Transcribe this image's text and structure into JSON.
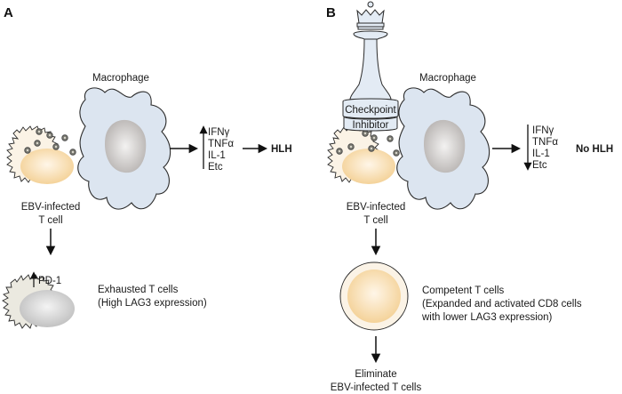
{
  "panel_a": {
    "label": "A",
    "macrophage_label": "Macrophage",
    "cytokines": [
      "IFNγ",
      "TNFα",
      "IL-1",
      "Etc"
    ],
    "cytokine_direction": "up",
    "outcome": "HLH",
    "infected_cell_label": [
      "EBV-infected",
      "T cell"
    ],
    "marker_label": "PD-1",
    "result_label": [
      "Exhausted T cells",
      "(High LAG3 expression)"
    ]
  },
  "panel_b": {
    "label": "B",
    "macrophage_label": "Macrophage",
    "drug_label": [
      "Checkpoint",
      "Inhibitor"
    ],
    "cytokines": [
      "IFNγ",
      "TNFα",
      "IL-1",
      "Etc"
    ],
    "cytokine_direction": "down",
    "outcome": "No HLH",
    "infected_cell_label": [
      "EBV-infected",
      "T cell"
    ],
    "result_label": [
      "Competent T cells",
      "(Expanded and activated CD8 cells",
      "with lower LAG3 expression)"
    ],
    "final_label": [
      "Eliminate",
      "EBV-infected T cells"
    ]
  },
  "colors": {
    "macrophage_fill": "#dce5f0",
    "nucleus_grey": "#c9c6c4",
    "tcell_fill": "#fbf3e6",
    "tcell_nucleus": "#f6d9a8",
    "exhausted_fill": "#ebe9e0",
    "chess_fill": "#e3ebf4"
  }
}
